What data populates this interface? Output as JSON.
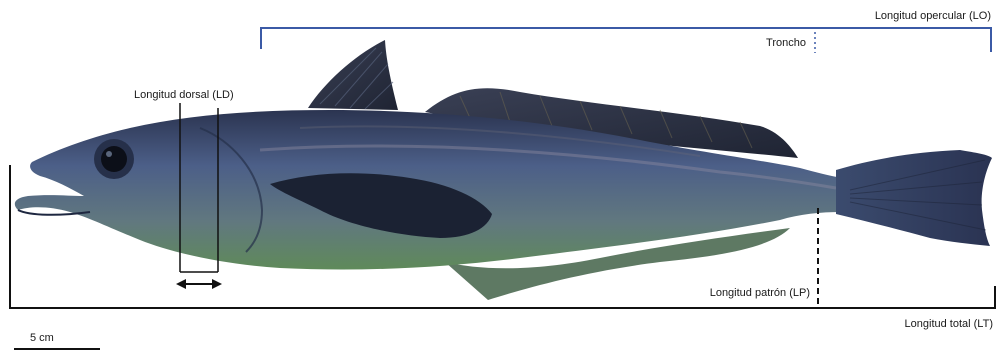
{
  "labels": {
    "opercular": "Longitud opercular (LO)",
    "troncho": "Troncho",
    "dorsal": "Longitud dorsal (LD)",
    "patron": "Longitud patrón (LP)",
    "total": "Longitud total (LT)",
    "scale": "5 cm"
  },
  "colors": {
    "opercular_bracket": "#3b5aa6",
    "measure_lines": "#111111",
    "fish_back": "#2c3550",
    "fish_mid": "#51658c",
    "fish_belly": "#6f8f6a",
    "fins": "#2a3040"
  }
}
